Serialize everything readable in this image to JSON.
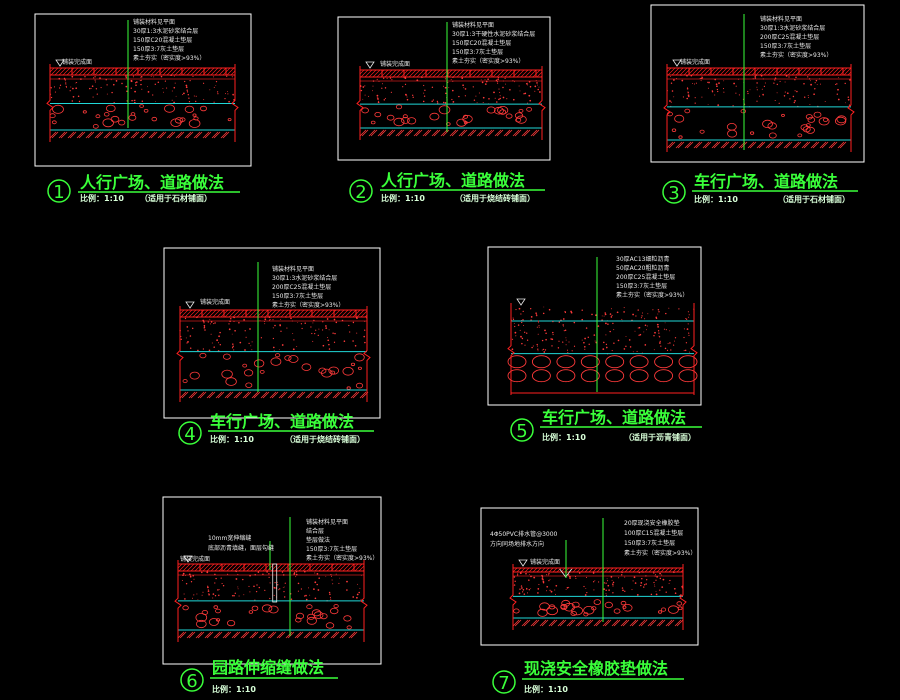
{
  "colors": {
    "background": "#000000",
    "frame": "#ffffff",
    "title_green": "#3aff3a",
    "leader_green": "#3aff3a",
    "edge_red": "#ff2020",
    "layer_cyan": "#20d8d8",
    "speck_red": "#ff3a3a",
    "text_white": "#e8e8e8"
  },
  "details": [
    {
      "number": "1",
      "title": "人行广场、道路做法",
      "scale": "比例：1:10",
      "note": "（适用于石材铺面）",
      "finish_label": "铺装完成面",
      "layers": [
        "铺装材料见平面",
        "30厚1:3水泥砂浆结合层",
        "150厚C20混凝土垫层",
        "150厚3:7灰土垫层",
        "素土夯实（密实度>93%）"
      ],
      "layer_profile": "stone_walk"
    },
    {
      "number": "2",
      "title": "人行广场、道路做法",
      "scale": "比例：1:10",
      "note": "（适用于烧结砖铺面）",
      "finish_label": "铺装完成面",
      "layers": [
        "铺装材料见平面",
        "30厚1:3干硬性水泥砂浆结合层",
        "150厚C20混凝土垫层",
        "150厚3:7灰土垫层",
        "素土夯实（密实度>93%）"
      ],
      "layer_profile": "brick_walk"
    },
    {
      "number": "3",
      "title": "车行广场、道路做法",
      "scale": "比例：1:10",
      "note": "（适用于石材铺面）",
      "finish_label": "铺装完成面",
      "layers": [
        "铺装材料见平面",
        "30厚1:3水泥砂浆结合层",
        "200厚C25混凝土垫层",
        "150厚3:7灰土垫层",
        "素土夯实（密实度>93%）"
      ],
      "layer_profile": "stone_drive"
    },
    {
      "number": "4",
      "title": "车行广场、道路做法",
      "scale": "比例：1:10",
      "note": "（适用于烧结砖铺面）",
      "finish_label": "铺装完成面",
      "layers": [
        "铺装材料见平面",
        "30厚1:3水泥砂浆结合层",
        "200厚C25混凝土垫层",
        "150厚3:7灰土垫层",
        "素土夯实（密实度>93%）"
      ],
      "layer_profile": "brick_drive"
    },
    {
      "number": "5",
      "title": "车行广场、道路做法",
      "scale": "比例：1:10",
      "note": "（适用于沥青铺面）",
      "finish_label": "",
      "layers": [
        "30厚AC13细粒沥青",
        "50厚AC20粗粒沥青",
        "200厚C25混凝土垫层",
        "150厚3:7灰土垫层",
        "素土夯实（密实度>93%）"
      ],
      "layer_profile": "asphalt"
    },
    {
      "number": "6",
      "title": "园路伸缩缝做法",
      "scale": "比例：1:10",
      "note": "",
      "finish_label": "铺装完成面",
      "joint_label_1": "10mm宽伸缩缝",
      "joint_label_2": "底部沥青填缝，面层勾缝",
      "layers": [
        "铺装材料见平面",
        "结合层",
        "垫层做法",
        "150厚3:7灰土垫层",
        "素土夯实（密实度>93%）"
      ],
      "layer_profile": "joint"
    },
    {
      "number": "7",
      "title": "现浇安全橡胶垫做法",
      "scale": "比例：1:10",
      "note": "",
      "finish_label": "铺装完成面",
      "joint_label_1": "4Φ50PVC排水管@3000",
      "joint_label_2": "方向同场地排水方向",
      "layers": [
        "20厚现浇安全橡胶垫",
        "100厚C15混凝土垫层",
        "150厚3:7灰土垫层",
        "素土夯实（密实度>93%）"
      ],
      "layer_profile": "rubber"
    }
  ]
}
